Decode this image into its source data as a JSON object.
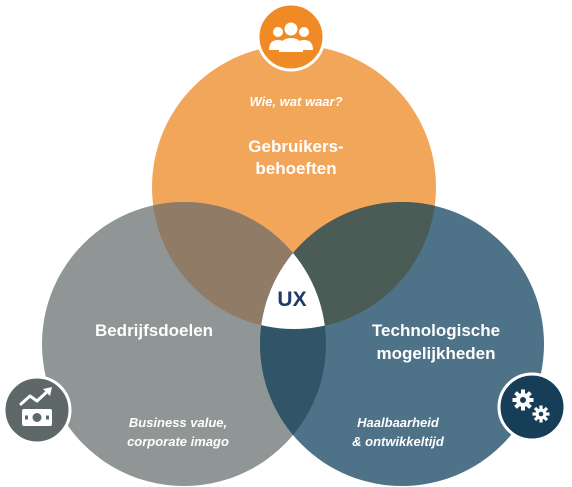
{
  "diagram": {
    "top": {
      "question": "Wie, wat waar?",
      "title_line1": "Gebruikers-",
      "title_line2": "behoeften",
      "icon": "users-icon",
      "color": "#f2a65a"
    },
    "left": {
      "title": "Bedrijfsdoelen",
      "sub_line1": "Business value,",
      "sub_line2": "corporate imago",
      "icon": "money-growth-icon",
      "color": "#8f9695"
    },
    "right": {
      "title_line1": "Technologische",
      "title_line2": "mogelijkheden",
      "sub_line1": "Haalbaarheid",
      "sub_line2": "& ontwikkeltijd",
      "icon": "gears-icon",
      "color": "#4e7287"
    },
    "center": {
      "label": "UX"
    },
    "colors": {
      "top_left_overlap": "#8f7b66",
      "top_right_overlap": "#4a5c55",
      "left_right_overlap": "#2f5566",
      "icon_top_bg": "#f08a24",
      "icon_left_bg": "#5f6868",
      "icon_right_bg": "#173e59"
    }
  }
}
